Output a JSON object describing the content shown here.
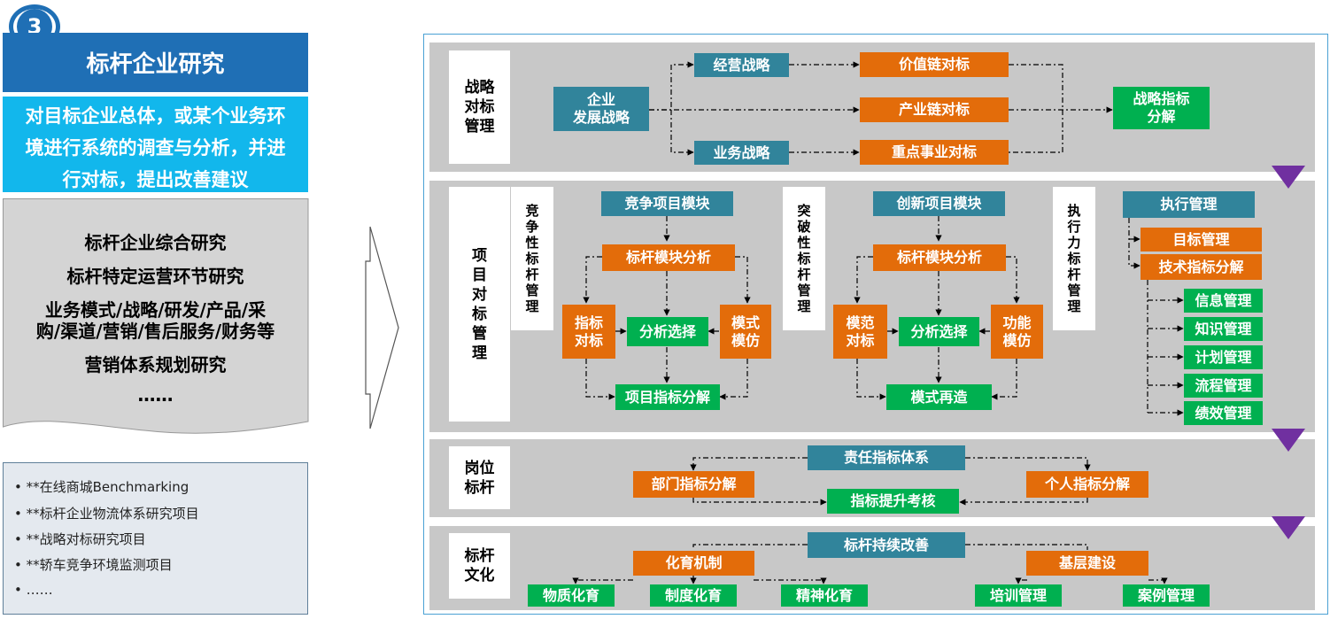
{
  "left": {
    "badge": "3",
    "title": "标杆企业研究",
    "description": [
      "对目标企业总体，或某个业务环",
      "境进行系统的调查与分析，并进",
      "行对标，提出改善建议"
    ],
    "studies": [
      "标杆企业综合研究",
      "标杆特定运营环节研究",
      "业务模式/战略/研发/产品/采",
      "购/渠道/营销/售后服务/财务等",
      "营销体系规划研究",
      "……"
    ],
    "projects": [
      "• **在线商城Benchmarking",
      "• **标杆企业物流体系研究项目",
      "• **战略对标研究项目",
      "• **轿车竞争环境监测项目",
      "• ……"
    ]
  },
  "strategy": {
    "label": "战略\n对标\n管理",
    "enterprise": "企业\n发展战略",
    "business_strategy": "经营战略",
    "operations_strategy": "业务战略",
    "value_chain": "价值链对标",
    "industry_chain": "产业链对标",
    "key_business": "重点事业对标",
    "decomposition": "战略指标\n分解"
  },
  "project": {
    "label": "项\n目\n对\n标\n管\n理",
    "competitive": {
      "label": "竞\n争\n性\n标\n杆\n管\n理",
      "module": "竞争项目模块",
      "analysis": "标杆模块分析",
      "left": "指标\n对标",
      "mid": "分析选择",
      "right": "模式\n模仿",
      "result": "项目指标分解"
    },
    "breakthrough": {
      "label": "突\n破\n性\n标\n杆\n管\n理",
      "module": "创新项目模块",
      "analysis": "标杆模块分析",
      "left": "模范\n对标",
      "mid": "分析选择",
      "right": "功能\n模仿",
      "result": "模式再造"
    },
    "execution": {
      "label": "执\n行\n力\n标\n杆\n管\n理",
      "title": "执行管理",
      "target": "目标管理",
      "tech": "技术指标分解",
      "items": [
        "信息管理",
        "知识管理",
        "计划管理",
        "流程管理",
        "绩效管理"
      ]
    }
  },
  "position": {
    "label": "岗位\n标杆",
    "system": "责任指标体系",
    "dept": "部门指标分解",
    "personal": "个人指标分解",
    "assess": "指标提升考核"
  },
  "culture": {
    "label": "标杆\n文化",
    "improve": "标杆持续改善",
    "mechanism": "化育机制",
    "base": "基层建设",
    "material": "物质化育",
    "system": "制度化育",
    "spirit": "精神化育",
    "training": "培训管理",
    "case": "案例管理"
  },
  "colors": {
    "blue": "#1f6fb5",
    "cyan": "#12b7ec",
    "teal": "#31849b",
    "orange": "#e36c0a",
    "green": "#00b050",
    "purple": "#7030a0"
  }
}
